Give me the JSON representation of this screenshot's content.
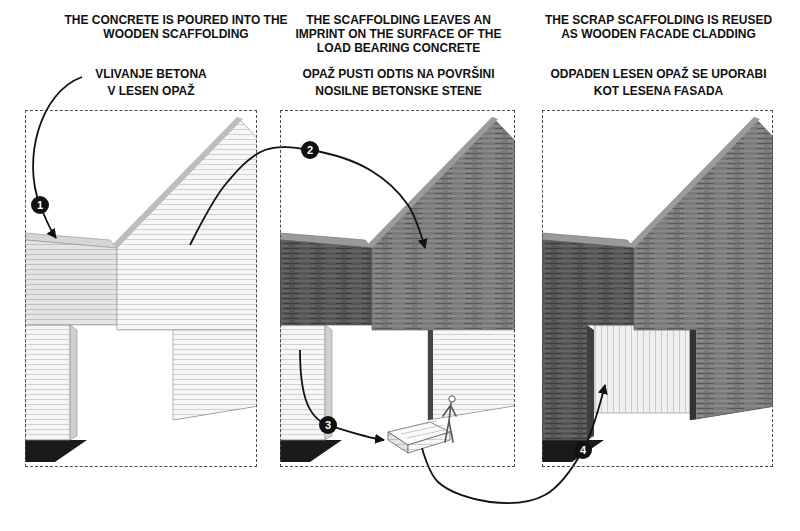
{
  "diagram": {
    "nodes": [
      {
        "text": [
          "THE CONCRETE IS POURED INTO THE WOODEN SCAFFOLDING",
          "VLIVANJE BETONA V LESEN OPAŽ"
        ]
      },
      {
        "text": [
          "THE SCAFFOLDING LEAVES AN IMPRINT ON THE SURFACE OF THE LOAD BEARING CONCRETE",
          "OPAŽ PUSTI ODTIS NA POVRŠINI NOSILNE BETONSKE STENE"
        ]
      },
      {
        "text": [
          "THE SCRAP SCAFFOLDING IS REUSED AS WOODEN FACADE CLADDING",
          "ODPADEN LESEN OPAŽ SE UPORABI KOT LESENA FASADA"
        ]
      }
    ],
    "edges": [
      {
        "from": 0,
        "to": 1,
        "label": "2",
        "arrow": "to"
      },
      {
        "from": 1,
        "to": 2,
        "label": "4",
        "arrow": "to"
      }
    ],
    "labels": [
      "1",
      "3"
    ]
  }
}
